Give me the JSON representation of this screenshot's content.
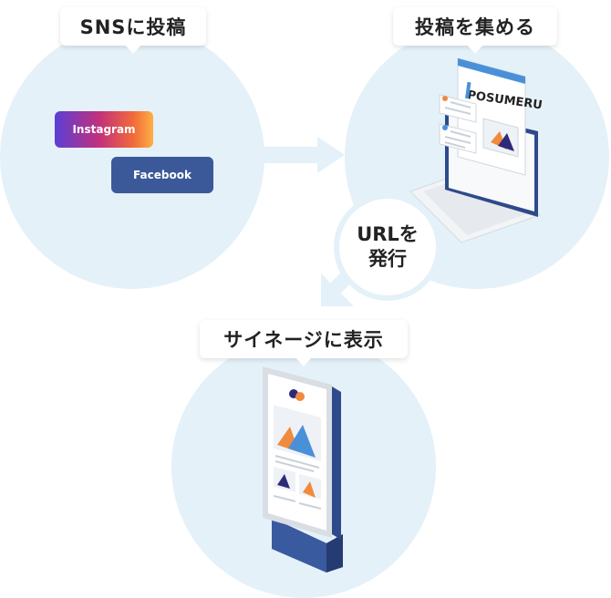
{
  "steps": {
    "post": {
      "label": "SNSに投稿"
    },
    "collect": {
      "label": "投稿を集める"
    },
    "display": {
      "label": "サイネージに表示"
    }
  },
  "sns": {
    "instagram": "Instagram",
    "facebook": "Facebook"
  },
  "url_badge": {
    "line1": "URLを",
    "line2": "発行"
  },
  "laptop": {
    "logo": "POSUMERU"
  },
  "colors": {
    "circle": "#e4f1f9",
    "arrow": "#e4f1f9",
    "navy": "#2e4a8a",
    "facebook": "#3b5998",
    "orange": "#f08a3c",
    "blue": "#4a90d9"
  }
}
